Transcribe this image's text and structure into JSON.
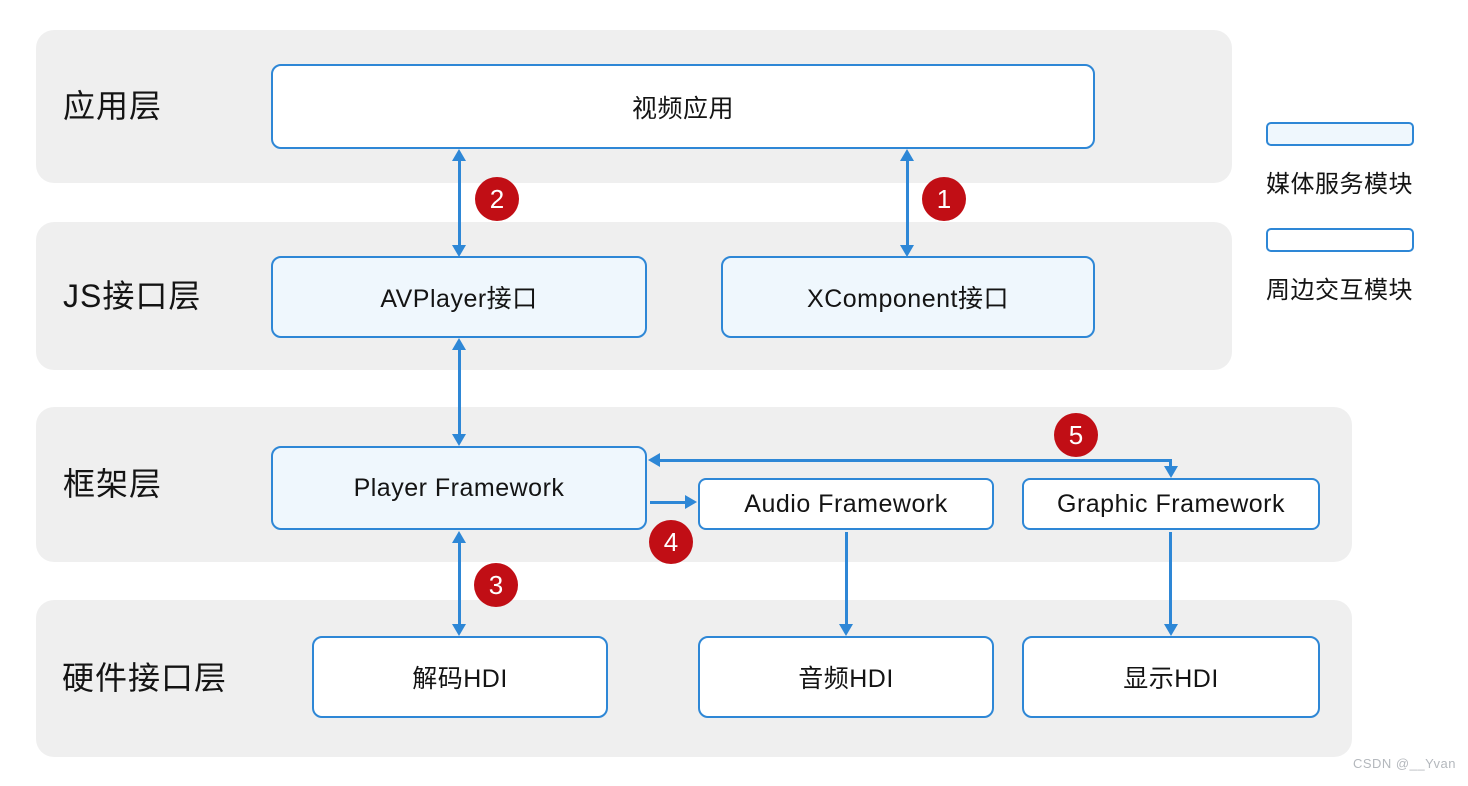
{
  "diagram": {
    "layers": [
      {
        "id": "app",
        "label": "应用层"
      },
      {
        "id": "js",
        "label": "JS接口层"
      },
      {
        "id": "framework",
        "label": "框架层"
      },
      {
        "id": "hardware",
        "label": "硬件接口层"
      }
    ],
    "nodes": [
      {
        "id": "video-app",
        "label": "视频应用",
        "type": "peripheral"
      },
      {
        "id": "avplayer-api",
        "label": "AVPlayer接口",
        "type": "media"
      },
      {
        "id": "xcomponent-api",
        "label": "XComponent接口",
        "type": "media"
      },
      {
        "id": "player-framework",
        "label": "Player Framework",
        "type": "media"
      },
      {
        "id": "audio-framework",
        "label": "Audio Framework",
        "type": "peripheral"
      },
      {
        "id": "graphic-framework",
        "label": "Graphic Framework",
        "type": "peripheral"
      },
      {
        "id": "decode-hdi",
        "label": "解码HDI",
        "type": "peripheral"
      },
      {
        "id": "audio-hdi",
        "label": "音频HDI",
        "type": "peripheral"
      },
      {
        "id": "display-hdi",
        "label": "显示HDI",
        "type": "peripheral"
      }
    ],
    "connections": [
      {
        "from": "视频应用",
        "to": "XComponent接口",
        "direction": "both",
        "badge": "1"
      },
      {
        "from": "视频应用",
        "to": "AVPlayer接口",
        "direction": "both",
        "badge": "2"
      },
      {
        "from": "AVPlayer接口",
        "to": "Player Framework",
        "direction": "both",
        "badge": ""
      },
      {
        "from": "Player Framework",
        "to": "解码HDI",
        "direction": "both",
        "badge": "3"
      },
      {
        "from": "Player Framework",
        "to": "Audio Framework",
        "direction": "forward",
        "badge": "4"
      },
      {
        "from": "Graphic Framework",
        "to": "Player Framework",
        "direction": "both",
        "badge": "5"
      },
      {
        "from": "Audio Framework",
        "to": "音频HDI",
        "direction": "forward",
        "badge": ""
      },
      {
        "from": "Graphic Framework",
        "to": "显示HDI",
        "direction": "forward",
        "badge": ""
      }
    ],
    "badges": [
      "1",
      "2",
      "3",
      "4",
      "5"
    ],
    "legend": [
      {
        "label": "媒体服务模块",
        "style": "media"
      },
      {
        "label": "周边交互模块",
        "style": "peripheral"
      }
    ],
    "colors": {
      "accent_blue": "#2e87d6",
      "media_fill": "#eff7fd",
      "peripheral_fill": "#ffffff",
      "band_background": "#efefef",
      "badge_red": "#c10e15"
    },
    "watermark": "CSDN @__Yvan"
  }
}
